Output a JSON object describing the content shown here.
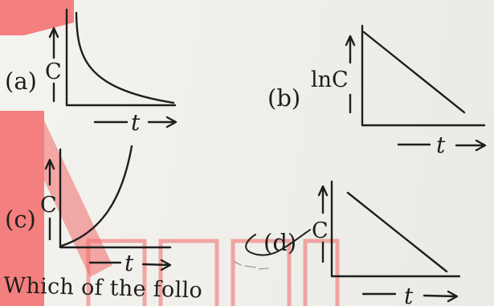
{
  "watermark_color": "#f25757",
  "ink_color": "#1e1e1e",
  "graphs": [
    {
      "id": "a",
      "option_label": "(a)",
      "y_label": "C",
      "x_label": "t",
      "curve": "rectangular-hyperbola-decay"
    },
    {
      "id": "b",
      "option_label": "(b)",
      "y_label": "lnC",
      "x_label": "t",
      "curve": "straight-line-negative-slope"
    },
    {
      "id": "c",
      "option_label": "(c)",
      "y_label": "C",
      "x_label": "t",
      "curve": "exponential-growth"
    },
    {
      "id": "d",
      "option_label": "(d)",
      "y_label": "C",
      "x_label": "t",
      "curve": "straight-line-negative-slope"
    }
  ],
  "question": {
    "text": "Which of the follo"
  }
}
